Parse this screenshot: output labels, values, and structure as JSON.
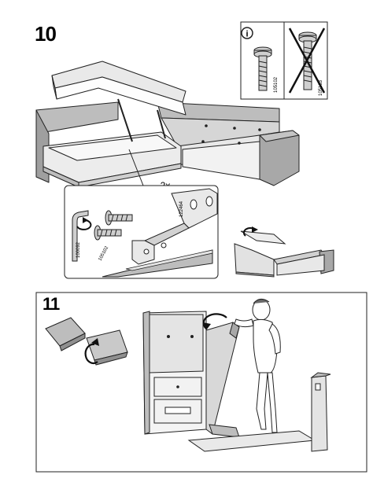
{
  "steps": [
    {
      "number": "10",
      "callout_quantity": "2x",
      "part_labels": {
        "bolt_id": "105102",
        "bracket_id": "122464",
        "hex_key_id": "100092",
        "info_bolt_id": "105102",
        "crossed_bolt_id": "105163"
      },
      "info_icon_glyph": "i"
    },
    {
      "number": "11"
    }
  ],
  "icons": [
    "info-icon",
    "rotate-arrow-icon",
    "cross-out-icon"
  ]
}
